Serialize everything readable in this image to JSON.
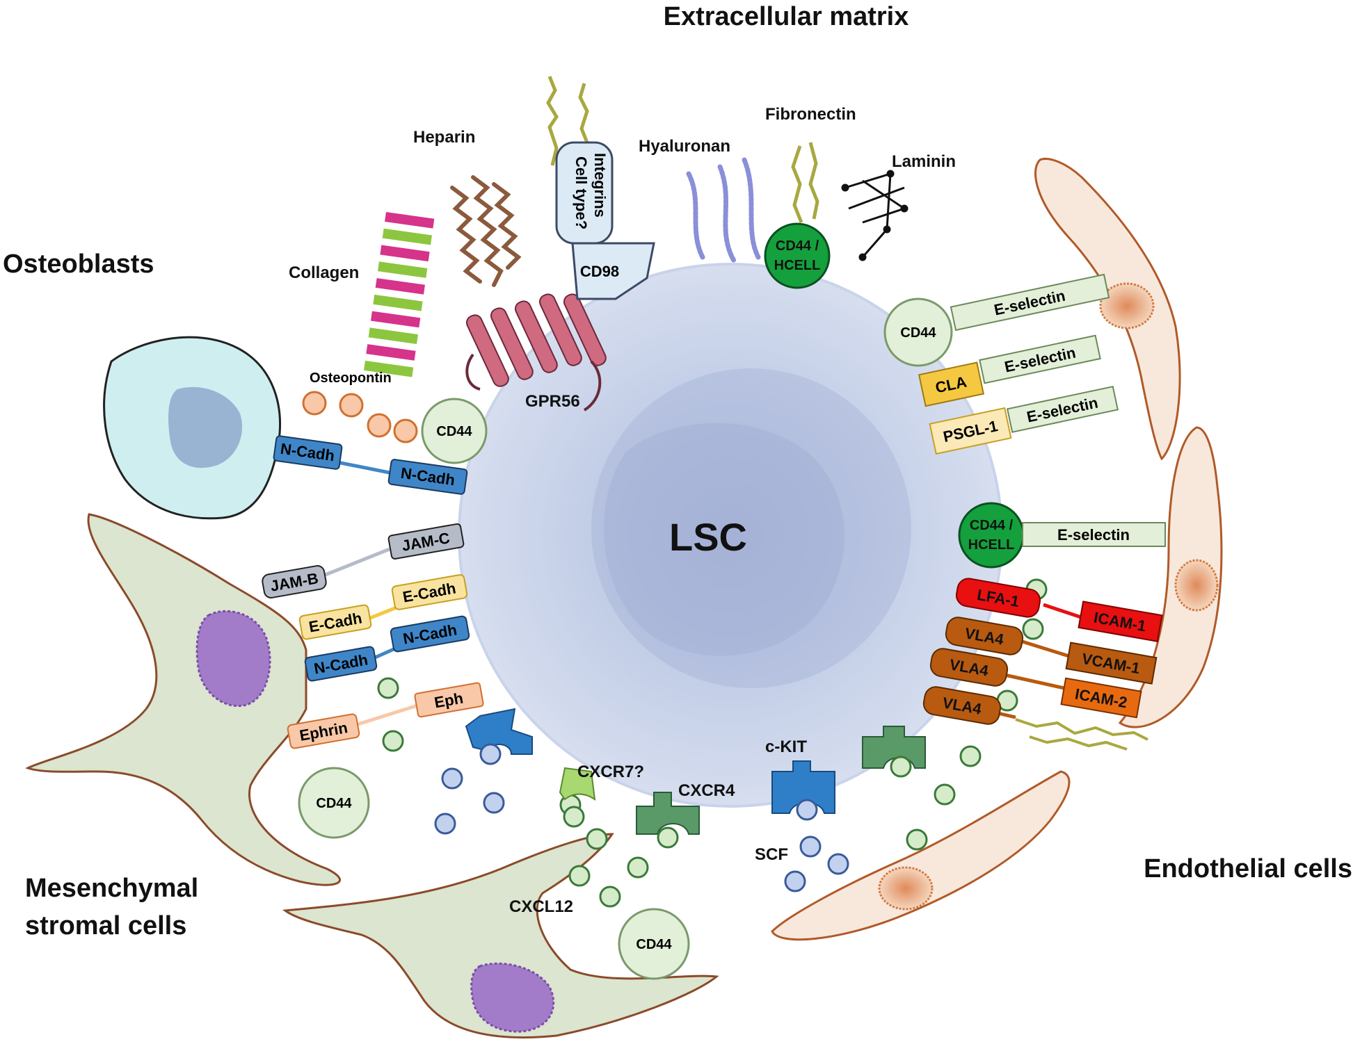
{
  "regions": {
    "ecm": "Extracellular matrix",
    "osteoblasts": "Osteoblasts",
    "msc_line1": "Mesenchymal",
    "msc_line2": "stromal cells",
    "endothelial": "Endothelial cells",
    "lsc": "LSC"
  },
  "ecm": {
    "heparin": "Heparin",
    "collagen": "Collagen",
    "hyaluronan": "Hyaluronan",
    "fibronectin": "Fibronectin",
    "laminin": "Laminin",
    "integrins_line1": "Integrins",
    "integrins_line2": "Cell type?",
    "cd98": "CD98",
    "cd44_hcell_line1": "CD44 /",
    "cd44_hcell_line2": "HCELL",
    "gpr56": "GPR56"
  },
  "osteo": {
    "osteopontin": "Osteopontin",
    "cd44": "CD44",
    "ncadh_cell": "N-Cadh",
    "ncadh_lsc": "N-Cadh"
  },
  "msc": {
    "jamb": "JAM-B",
    "jamc": "JAM-C",
    "ecadh_cell": "E-Cadh",
    "ecadh_lsc": "E-Cadh",
    "ncadh_cell": "N-Cadh",
    "ncadh_lsc": "N-Cadh",
    "ephrin": "Ephrin",
    "eph": "Eph",
    "cd44_a": "CD44",
    "cd44_b": "CD44"
  },
  "chemokine": {
    "cxcr7": "CXCR7?",
    "cxcr4": "CXCR4",
    "cxcl12": "CXCL12",
    "ckit": "c-KIT",
    "scf": "SCF"
  },
  "endo": {
    "cd44": "CD44",
    "eselectin_1": "E-selectin",
    "cla": "CLA",
    "eselectin_2": "E-selectin",
    "psgl1": "PSGL-1",
    "eselectin_3": "E-selectin",
    "cd44_hcell_line1": "CD44 /",
    "cd44_hcell_line2": "HCELL",
    "eselectin_4": "E-selectin",
    "lfa1": "LFA-1",
    "icam1": "ICAM-1",
    "vla4_1": "VLA4",
    "vcam1": "VCAM-1",
    "vla4_2": "VLA4",
    "icam2": "ICAM-2",
    "vla4_3": "VLA4"
  },
  "colors": {
    "lsc_fill": "#c5d0e8",
    "cd44_fill": "#e2efd9",
    "cd44_green": "#14a03c",
    "ncadh": "#3f86c8",
    "jam": "#b5bcc8",
    "ecadh": "#f8e3a0",
    "ephrin": "#f8c8a8",
    "eselectin": "#e3efd9",
    "cla": "#f5c842",
    "psgl1": "#fbe9b8",
    "lfa1": "#e81010",
    "vla4": "#b85a10",
    "icam2": "#e86a10",
    "endothelial": "#f8e8dc",
    "msc": "#dbe5cf",
    "osteoblast": "#cfeef0",
    "collagen_magenta": "#d6338a",
    "collagen_green": "#8cc63f",
    "heparin": "#8b5a3c",
    "gpr56": "#d06a80",
    "hyaluronan": "#8a8fd8",
    "fibronectin": "#b5b040",
    "chemokine_green": "#d6ebc9",
    "scf_blue": "#c2d2ee"
  }
}
